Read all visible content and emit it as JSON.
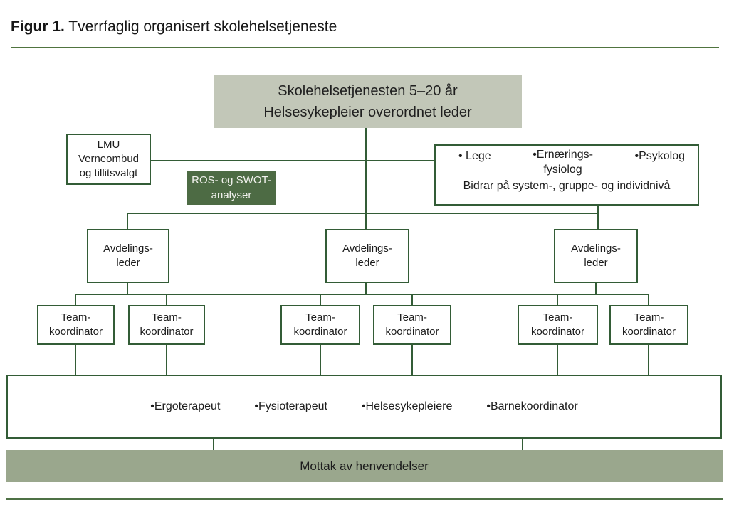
{
  "title": {
    "prefix": "Figur 1.",
    "rest": " Tverrfaglig organisert skolehelsetjeneste"
  },
  "top_box": {
    "line1": "Skolehelsetjenesten 5–20 år",
    "line2": "Helsesykepleier overordnet leder"
  },
  "lmu_box": {
    "lines": [
      "LMU",
      "Verneombud",
      "og tillitsvalgt"
    ]
  },
  "ros_box": {
    "line1": "ROS- og SWOT-",
    "line2": "analyser"
  },
  "specialists_box": {
    "lege": "• Lege",
    "ernaering_line1": "•Ernærings-",
    "ernaering_line2": "fysiolog",
    "psykolog": "•Psykolog",
    "note": "Bidrar på system-, gruppe- og individnivå"
  },
  "avdelingsleder": {
    "line1": "Avdelings-",
    "line2": "leder"
  },
  "teamkoordinator": {
    "line1": "Team-",
    "line2": "koordinator"
  },
  "staff_box": {
    "items": [
      "•Ergoterapeut",
      "•Fysioterapeut",
      "•Helsesykepleiere",
      "•Barnekoordinator"
    ]
  },
  "mottak_bar": {
    "label": "Mottak av henvendelser"
  },
  "colors": {
    "line_green": "#335c36",
    "dark_green_fill": "#4d6b44",
    "sage_light": "#c2c7b8",
    "sage_medium": "#9aa78d"
  }
}
